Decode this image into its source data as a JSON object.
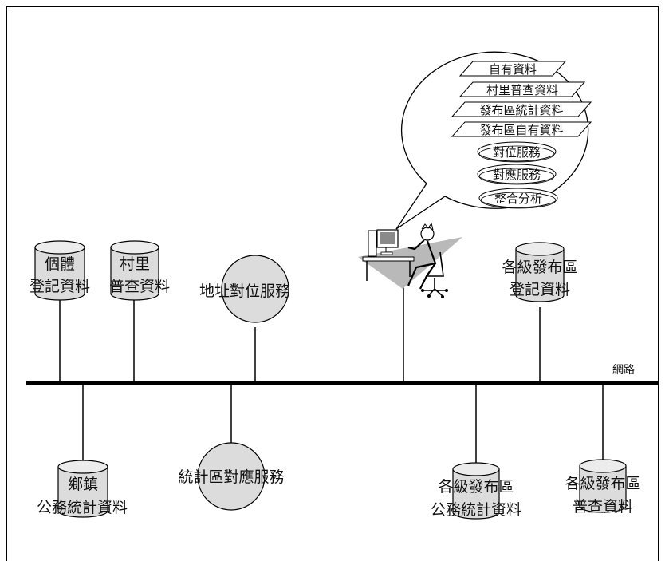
{
  "network_label": "網路",
  "databases": {
    "individual": [
      "個體",
      "登記資料"
    ],
    "village": [
      "村里",
      "普查資料"
    ],
    "township": [
      "鄉鎮",
      "公務統計資料"
    ],
    "district_admin": [
      "各級發布區",
      "公務統計資料"
    ],
    "district_register": [
      "各級發布區",
      "登記資料"
    ],
    "district_census": [
      "各級發布區",
      "普查資料"
    ]
  },
  "services": {
    "address_matching": "地址對位服務",
    "stat_area_matching": "統計區對應服務"
  },
  "bubble": {
    "layers": [
      "自有資料",
      "村里普查資料",
      "發布區統計資料",
      "發布區自有資料"
    ],
    "services": [
      "對位服務",
      "對應服務",
      "整合分析"
    ]
  }
}
